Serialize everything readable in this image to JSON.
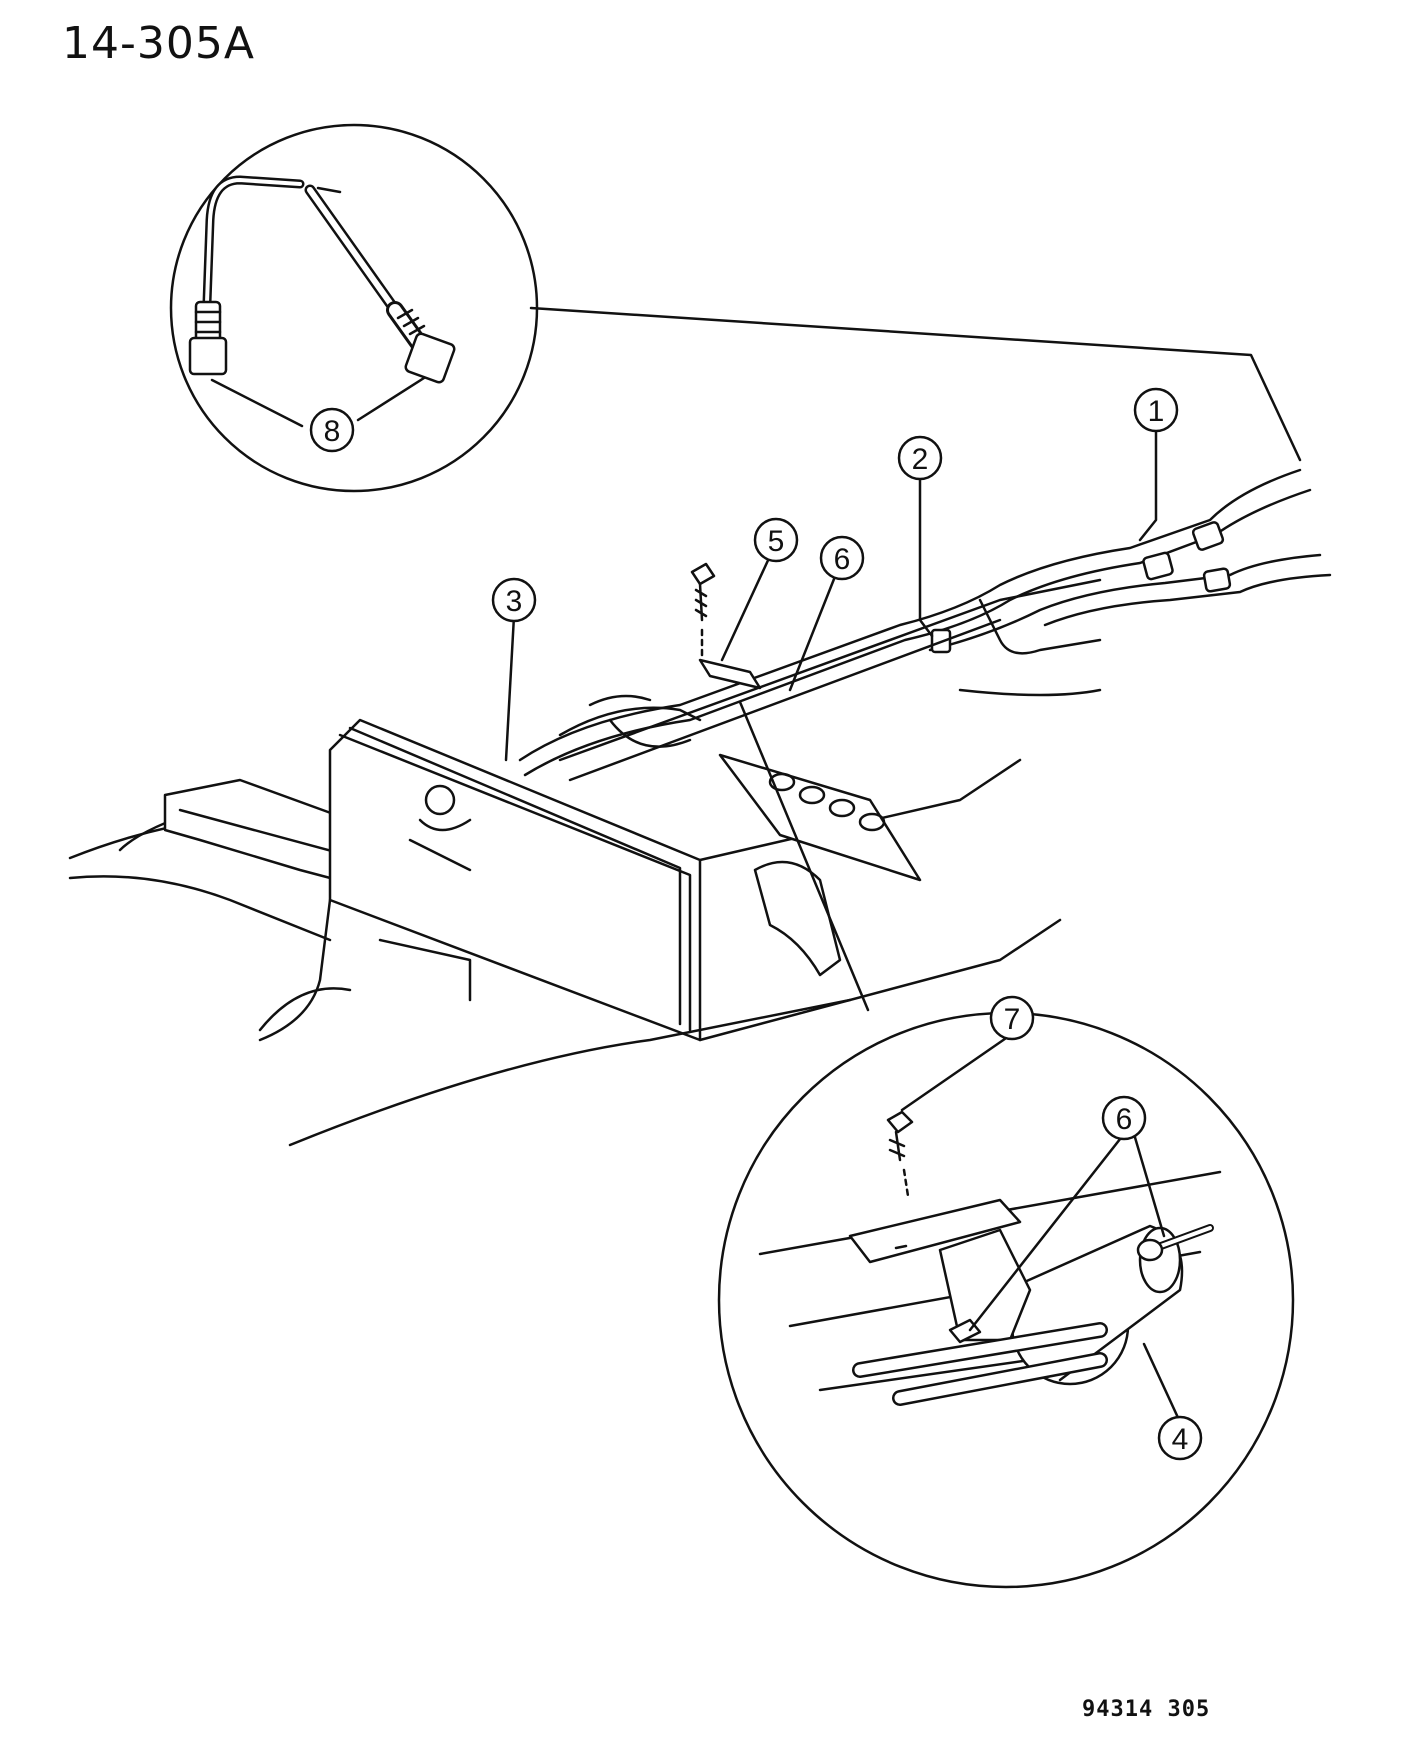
{
  "title": "14-305A",
  "footer_code": "94314 305",
  "callouts": [
    "1",
    "2",
    "3",
    "4",
    "5",
    "6",
    "6",
    "7",
    "8"
  ],
  "colors": {
    "ink": "#111111",
    "paper": "#ffffff"
  }
}
